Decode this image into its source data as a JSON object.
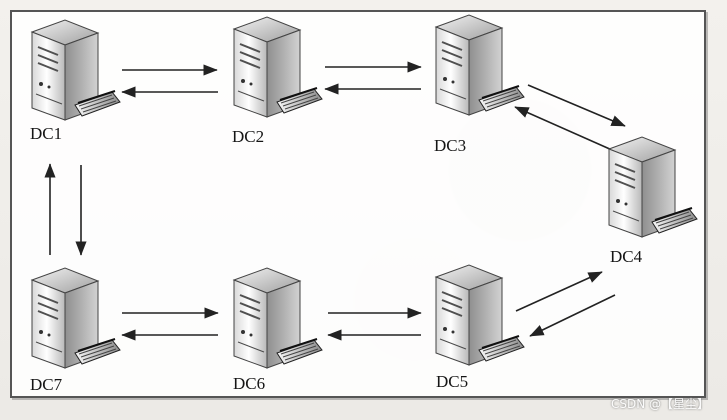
{
  "diagram": {
    "nodes": [
      {
        "id": "DC1",
        "label": "DC1"
      },
      {
        "id": "DC2",
        "label": "DC2"
      },
      {
        "id": "DC3",
        "label": "DC3"
      },
      {
        "id": "DC4",
        "label": "DC4"
      },
      {
        "id": "DC5",
        "label": "DC5"
      },
      {
        "id": "DC6",
        "label": "DC6"
      },
      {
        "id": "DC7",
        "label": "DC7"
      }
    ],
    "edges": [
      {
        "from": "DC1",
        "to": "DC2",
        "direction": "bidirectional"
      },
      {
        "from": "DC2",
        "to": "DC3",
        "direction": "bidirectional"
      },
      {
        "from": "DC3",
        "to": "DC4",
        "direction": "bidirectional"
      },
      {
        "from": "DC4",
        "to": "DC5",
        "direction": "bidirectional"
      },
      {
        "from": "DC5",
        "to": "DC6",
        "direction": "bidirectional"
      },
      {
        "from": "DC6",
        "to": "DC7",
        "direction": "bidirectional"
      },
      {
        "from": "DC7",
        "to": "DC1",
        "direction": "bidirectional"
      }
    ],
    "icon": "server-icon"
  },
  "watermark": "CSDN @【星尘】",
  "colors": {
    "line": "#222222",
    "server_shade": "#999999"
  }
}
